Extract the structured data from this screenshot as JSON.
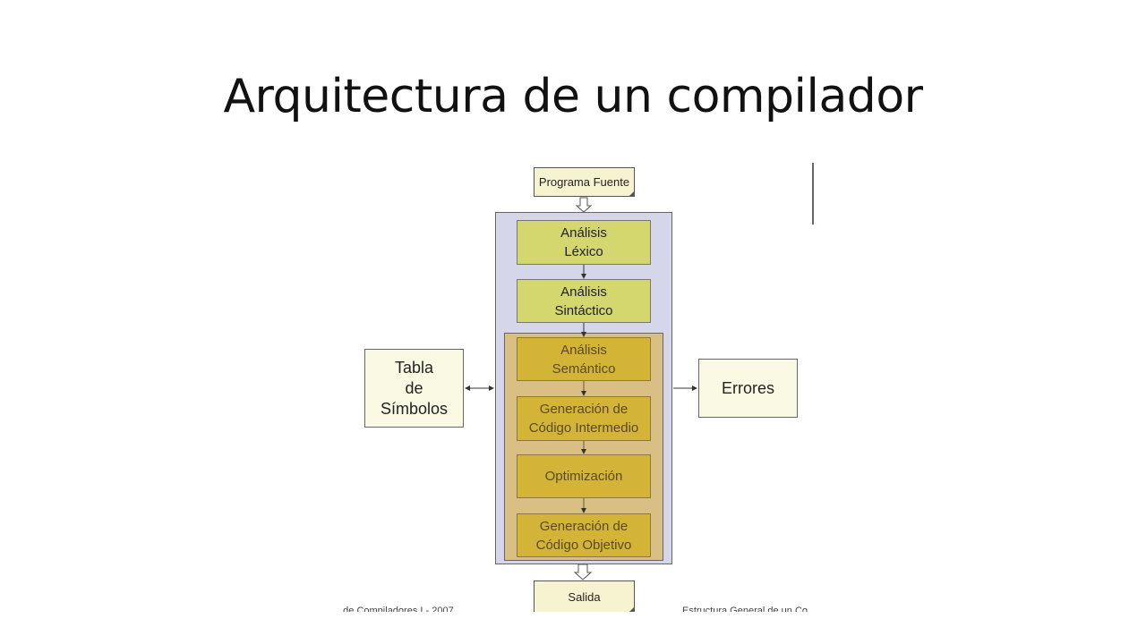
{
  "title": "Arquitectura de un compilador",
  "diagram": {
    "input": "Programa Fuente",
    "output": "Salida",
    "front_stages": [
      "Análisis\nLéxico",
      "Análisis\nSintáctico"
    ],
    "back_stages": [
      "Análisis\nSemántico",
      "Generación de\nCódigo Intermedio",
      "Optimización",
      "Generación de\nCódigo Objetivo"
    ],
    "symbol_table": "Tabla\nde\nSímbolos",
    "errors": "Errores"
  },
  "footnotes": {
    "left": "...de Compiladores I - 2007",
    "right": "Estructura General de un Co..."
  },
  "colors": {
    "outer_frame": "#d5d6ea",
    "inner_frame": "#d9bf84",
    "stage_green": "#d4d66e",
    "stage_gold": "#d4b437",
    "doc_fill": "#f6f4d0"
  }
}
